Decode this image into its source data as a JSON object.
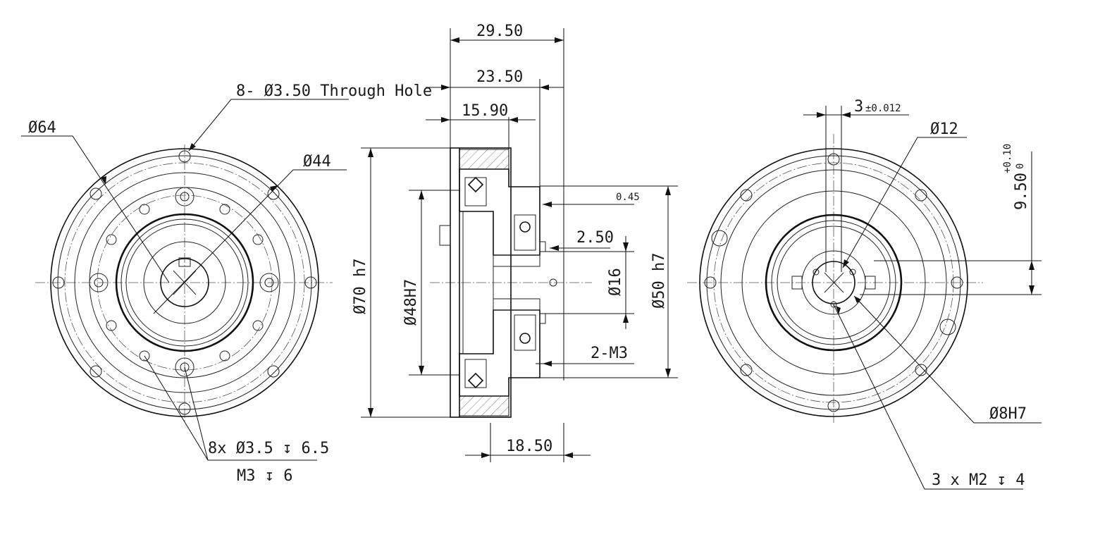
{
  "drawing": {
    "labels": {
      "through_hole": "8- Ø3.50 Through Hole",
      "dia_64": "Ø64",
      "dia_44": "Ø44",
      "tapped_holes_left_1": "8x Ø3.5 ↧ 6.5",
      "tapped_holes_left_2": "M3 ↧ 6",
      "len_29_50": "29.50",
      "len_23_50": "23.50",
      "len_15_90": "15.90",
      "len_18_50": "18.50",
      "len_0_45": "0.45",
      "len_2_50": "2.50",
      "thread_2_m3": "2-M3",
      "dia_70h7": "Ø70 h7",
      "dia_48H7": "Ø48H7",
      "dia_16": "Ø16",
      "dia_50h7": "Ø50 h7",
      "key_width": "3",
      "key_width_tol": "±0.012",
      "dia_12": "Ø12",
      "key_height": "9.50",
      "key_height_tol_upper": "+0.10",
      "key_height_tol_lower": "0",
      "dia_8H7": "Ø8H7",
      "tapped_holes_right": "3 x M2 ↧ 4"
    }
  },
  "colors": {
    "line": "#111111",
    "hatch": "#444444",
    "background": "#ffffff"
  }
}
